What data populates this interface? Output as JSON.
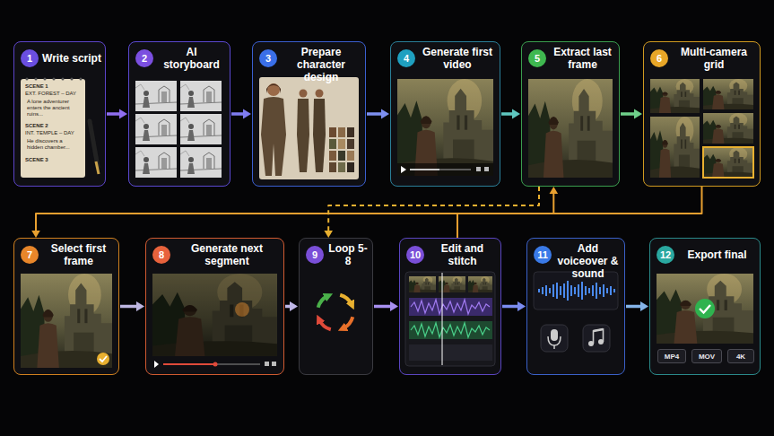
{
  "diagram": {
    "nodes": [
      {
        "text": [
          "Write script"
        ]
      },
      {
        "text": [
          "1"
        ],
        "in": 0
      },
      {
        "text": [
          "AI storyboard"
        ]
      },
      {
        "text": [
          "2"
        ],
        "in": 2
      },
      {
        "text": [
          "Prepare character design"
        ]
      },
      {
        "text": [
          "3"
        ],
        "in": 4
      },
      {
        "text": [
          "Generate first video"
        ]
      },
      {
        "text": [
          "4"
        ],
        "in": 6
      },
      {
        "text": [
          "Extract last frame"
        ]
      },
      {
        "text": [
          "5"
        ],
        "in": 8
      },
      {
        "text": [
          "Multi-camera grid"
        ]
      },
      {
        "text": [
          "6"
        ],
        "in": 10
      },
      {
        "text": [
          "Select first frame"
        ]
      },
      {
        "text": [
          "7"
        ],
        "in": 12
      },
      {
        "text": [
          "Generate next segment"
        ]
      },
      {
        "text": [
          "8"
        ],
        "in": 14
      },
      {
        "text": [
          "Loop 5-8"
        ]
      },
      {
        "text": [
          "9"
        ],
        "in": 16
      },
      {
        "text": [
          "Edit and stitch"
        ]
      },
      {
        "text": [
          "10"
        ],
        "in": 18
      },
      {
        "text": [
          "Add voiceover & sound"
        ]
      },
      {
        "text": [
          "11"
        ],
        "in": 20
      },
      {
        "text": [
          "Export final"
        ]
      },
      {
        "text": [
          "12"
        ],
        "in": 22
      },
      {
        "text": [
          "MP4"
        ],
        "in": 22
      },
      {
        "text": [
          "MOV"
        ],
        "in": 22
      },
      {
        "text": [
          "4K"
        ],
        "in": 22
      }
    ],
    "edges": [
      {
        "from": 0,
        "to": 2,
        "arrow": "to"
      },
      {
        "from": 2,
        "to": 4,
        "arrow": "to"
      },
      {
        "from": 4,
        "to": 6,
        "arrow": "to"
      },
      {
        "from": 6,
        "to": 8,
        "arrow": "to"
      },
      {
        "from": 8,
        "to": 10,
        "arrow": "to"
      },
      {
        "from": 10,
        "to": 12,
        "arrow": "to"
      },
      {
        "from": 12,
        "to": 14,
        "arrow": "to"
      },
      {
        "from": 14,
        "to": 16,
        "arrow": "to"
      },
      {
        "from": 16,
        "to": 18,
        "arrow": "to"
      },
      {
        "from": 18,
        "to": 20,
        "arrow": "to"
      },
      {
        "from": 20,
        "to": 22,
        "arrow": "to"
      },
      {
        "from": 18,
        "to": 8,
        "arrow": "to"
      },
      {
        "from": 8,
        "to": 16,
        "arrow": "to"
      }
    ],
    "labels": [
      "SCENE 1",
      "EXT. FOREST – DAY",
      "A lone adventurer enters the ancient ruins...",
      "SCENE 2",
      "INT. TEMPLE – DAY",
      "He discovers a hidden chamber...",
      "SCENE 3"
    ]
  }
}
